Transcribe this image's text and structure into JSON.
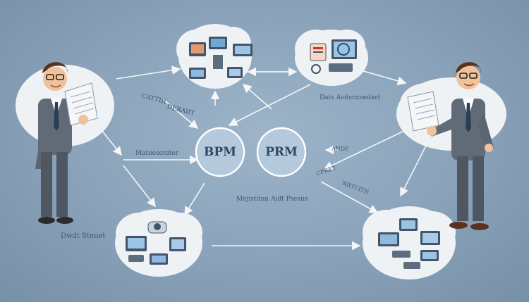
{
  "hubs": [
    {
      "id": "left",
      "label": "BPM"
    },
    {
      "id": "right",
      "label": "PRM"
    }
  ],
  "labels": {
    "top_left_arrow": "CATTIR",
    "top_left_arrow_2": "DERAIIT",
    "left_mid": "Matoesoniter",
    "right_top": "Dats Avitsrnnedart",
    "right_mid": "ANDE",
    "right_mid_2": "CPRET",
    "center_bottom": "Mejistitan Aidt Psesns",
    "right_lower": "NRTCITH",
    "bottom_left": "Dwdt Stenet"
  },
  "colors": {
    "background": "#89a2b9",
    "hub_fill": "#b4c9dc",
    "node_fill": "#eef2f5",
    "arrow": "#ffffff"
  }
}
